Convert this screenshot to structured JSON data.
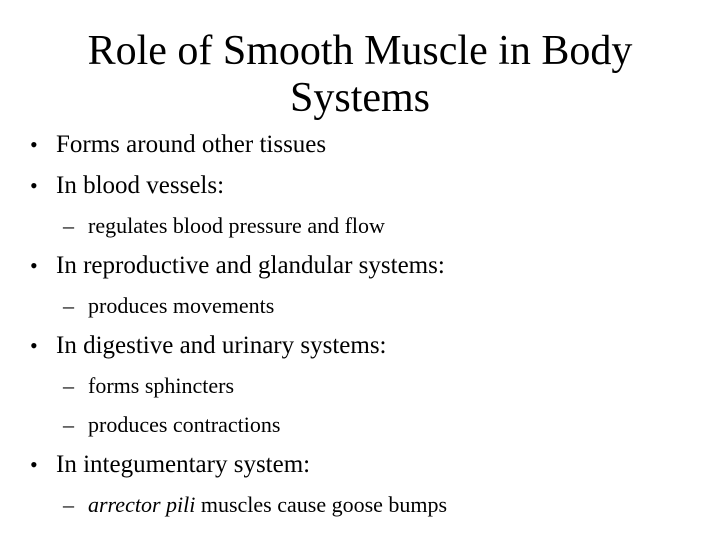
{
  "slide": {
    "background_color": "#ffffff",
    "text_color": "#000000",
    "title": {
      "full": "Role of Smooth Muscle in Body Systems",
      "lines": [
        "Role of Smooth Muscle in Body",
        "Systems"
      ]
    },
    "bullet_char": "•",
    "dash_char": "–",
    "bullets": [
      {
        "level": 1,
        "text": "Forms around other tissues"
      },
      {
        "level": 1,
        "text": "In blood vessels:"
      },
      {
        "level": 2,
        "text": "regulates blood pressure and flow"
      },
      {
        "level": 1,
        "text": "In reproductive and glandular systems:"
      },
      {
        "level": 2,
        "text": "produces movements"
      },
      {
        "level": 1,
        "text": "In digestive and urinary systems:"
      },
      {
        "level": 2,
        "text": "forms sphincters"
      },
      {
        "level": 2,
        "text": "produces contractions"
      },
      {
        "level": 1,
        "text": "In integumentary system:"
      },
      {
        "level": 2,
        "italic": "arrector pili",
        "text": " muscles cause goose bumps"
      }
    ]
  }
}
